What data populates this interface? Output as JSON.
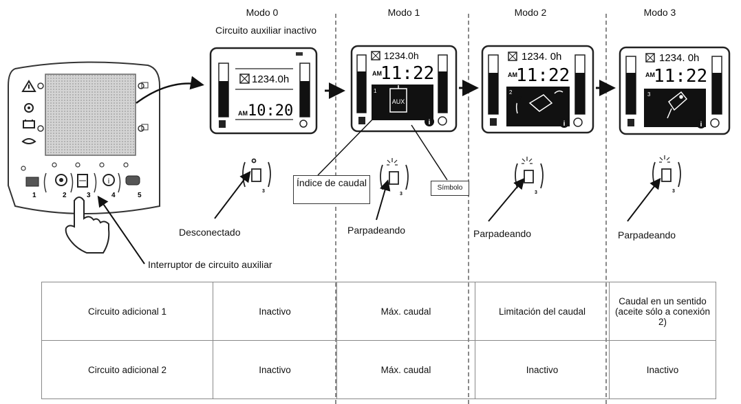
{
  "modes": [
    {
      "label": "Modo 0",
      "subtitle": "Circuito auxiliar inactivo",
      "hours": "1234.0h",
      "time": "10:20",
      "indicator": "Desconectado"
    },
    {
      "label": "Modo 1",
      "hours": "1234.0h",
      "time": "11:22",
      "index": "1",
      "indicator": "Parpadeando"
    },
    {
      "label": "Modo 2",
      "hours": "1234. 0h",
      "time": "11:22",
      "index": "2",
      "indicator": "Parpadeando"
    },
    {
      "label": "Modo 3",
      "hours": "1234. 0h",
      "time": "11:22",
      "index": "3",
      "indicator": "Parpadeando"
    }
  ],
  "callouts": {
    "index_label": "Índice de caudal",
    "symbol_label": "Símbolo",
    "switch_label": "Interruptor de circuito auxiliar",
    "aux_text": "AUX",
    "am": "AM"
  },
  "switch_numbers": [
    "1",
    "2",
    "3",
    "4",
    "5"
  ],
  "table": [
    [
      "Circuito adicional 1",
      "Inactivo",
      "Máx. caudal",
      "Limitación del caudal",
      "Caudal en un sentido (aceite sólo a conexión 2)"
    ],
    [
      "Circuito adicional 2",
      "Inactivo",
      "Máx. caudal",
      "Inactivo",
      "Inactivo"
    ]
  ]
}
